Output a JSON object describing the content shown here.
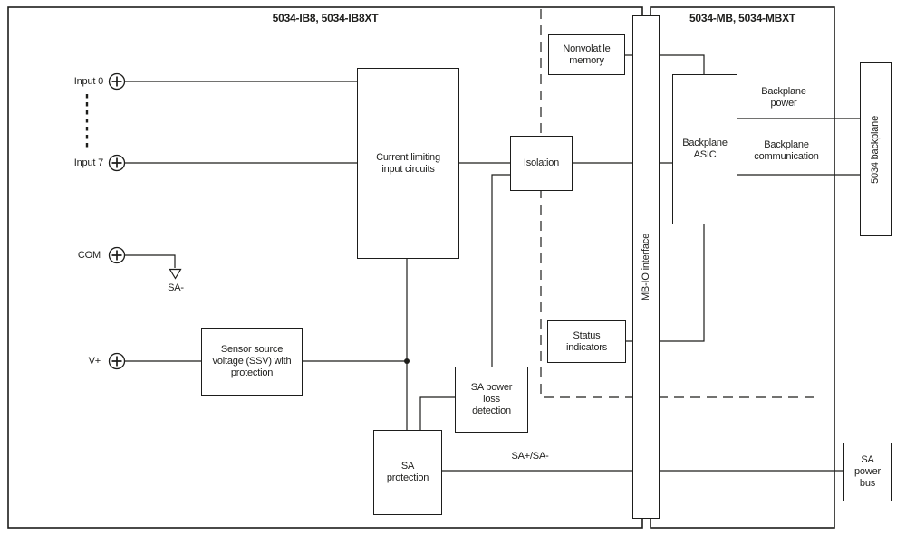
{
  "diagram": {
    "left_module": {
      "title": "5034-IB8, 5034-IB8XT"
    },
    "right_module": {
      "title": "5034-MB, 5034-MBXT"
    },
    "terminals": {
      "input0": {
        "label": "Input 0"
      },
      "input7": {
        "label": "Input 7"
      },
      "com": {
        "label": "COM"
      },
      "vplus": {
        "label": "V+"
      }
    },
    "blocks": {
      "current_limiting": {
        "label": "Current limiting input circuits"
      },
      "isolation": {
        "label": "Isolation"
      },
      "nonvolatile_memory": {
        "label": "Nonvolatile memory"
      },
      "status_indicators": {
        "label": "Status indicators"
      },
      "mb_io_interface": {
        "label": "MB-IO interface"
      },
      "backplane_asic": {
        "label": "Backplane ASIC"
      },
      "backplane_5034": {
        "label": "5034 backplane"
      },
      "ssv": {
        "label": "Sensor source voltage (SSV) with protection"
      },
      "sa_protection": {
        "label": "SA protection"
      },
      "sa_power_loss": {
        "label": "SA power loss detection"
      },
      "sa_power_bus": {
        "label": "SA power bus"
      }
    },
    "wire_labels": {
      "sa_minus": "SA-",
      "sa_plus_minus": "SA+/SA-",
      "backplane_power": "Backplane power",
      "backplane_communication": "Backplane communication"
    },
    "icons": {
      "terminal": "screw-terminal-icon",
      "ground": "ground-arrow-icon",
      "junction": "junction-dot"
    },
    "colors": {
      "line": "#1d1d1b",
      "background": "#ffffff"
    }
  }
}
